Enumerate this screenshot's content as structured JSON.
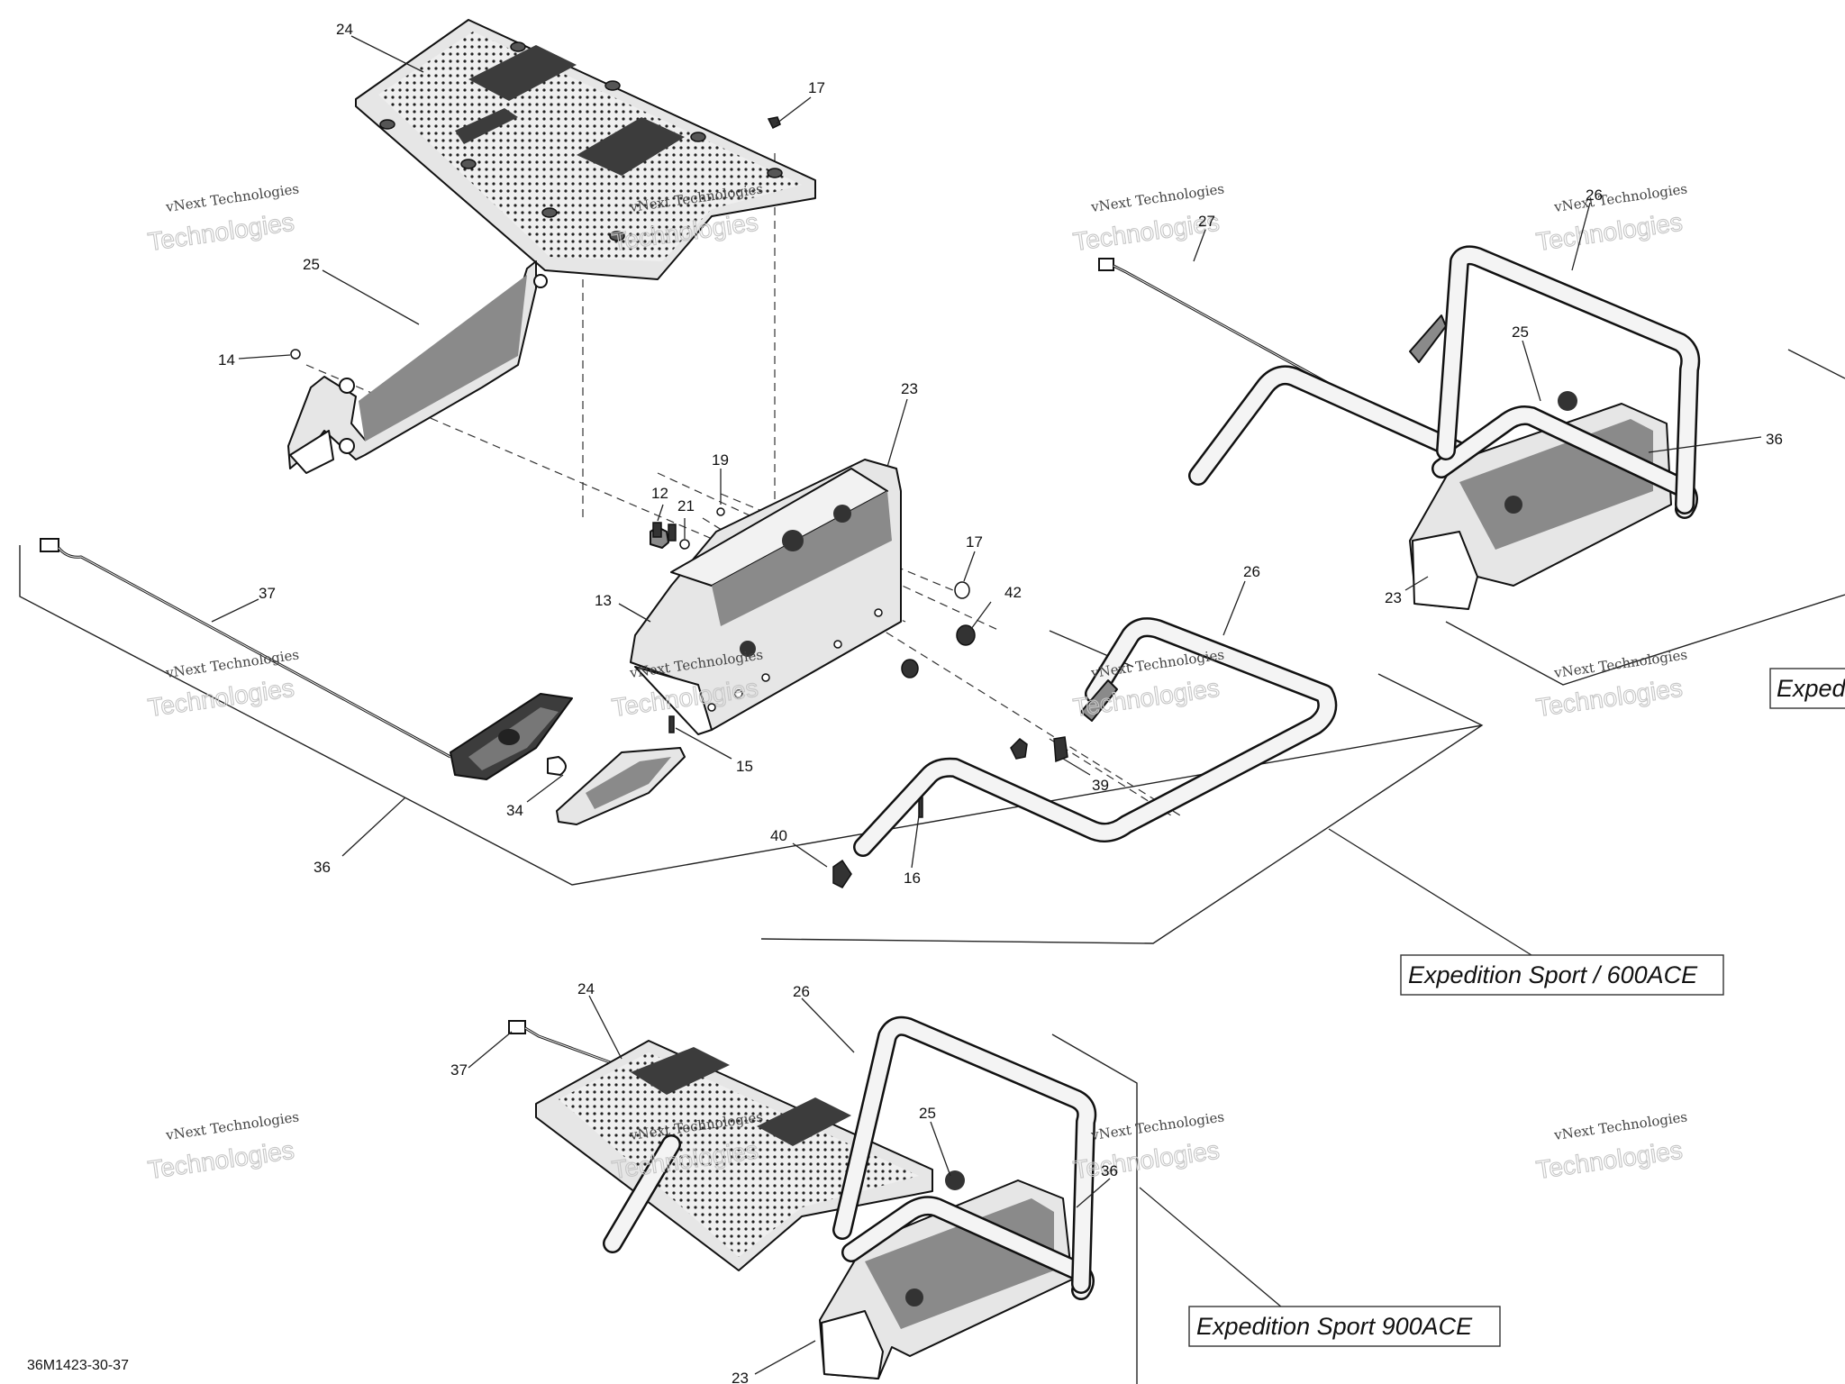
{
  "diagram_code": "36M1423-30-37",
  "model_labels": {
    "sport_600": "Expedition Sport / 600ACE",
    "sport_900": "Expedition Sport 900ACE",
    "cropped": "Exped"
  },
  "watermark": {
    "line1": "vNext Technologies",
    "line2": "Technologies"
  },
  "callouts": {
    "c24_top": "24",
    "c17_top": "17",
    "c25_left": "25",
    "c14": "14",
    "c23_mid": "23",
    "c19": "19",
    "c12": "12",
    "c21": "21",
    "c17_mid": "17",
    "c42": "42",
    "c13": "13",
    "c37_left": "37",
    "c15": "15",
    "c34": "34",
    "c36_left": "36",
    "c40": "40",
    "c16": "16",
    "c39": "39",
    "c26_mid": "26",
    "c27_right": "27",
    "c26_right": "26",
    "c25_right": "25",
    "c36_right": "36",
    "c23_right": "23",
    "c24_bot": "24",
    "c26_bot": "26",
    "c37_bot": "37",
    "c25_bot": "25",
    "c36_bot": "36",
    "c23_bot": "23"
  }
}
